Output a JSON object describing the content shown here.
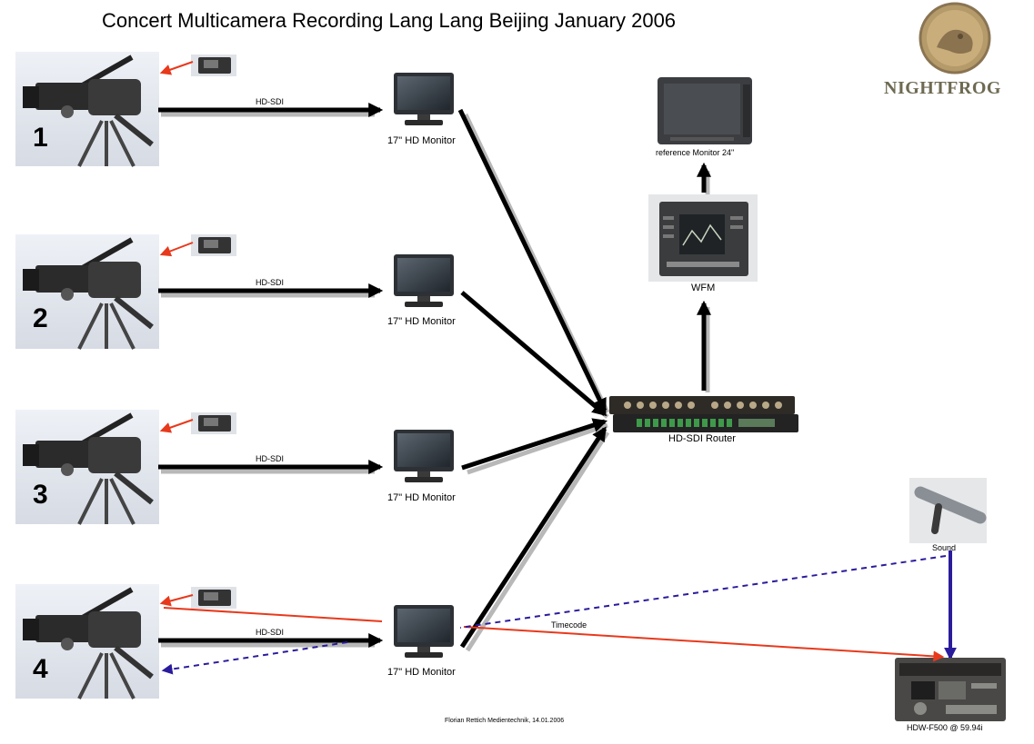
{
  "title": "Concert Multicamera Recording Lang Lang Beijing January 2006",
  "logo": {
    "text": "NIGHTFROG",
    "color": "#6e6a52"
  },
  "cameras": [
    {
      "number": "1",
      "link_label": "HD-SDI",
      "monitor_label": "17\" HD Monitor"
    },
    {
      "number": "2",
      "link_label": "HD-SDI",
      "monitor_label": "17\" HD Monitor"
    },
    {
      "number": "3",
      "link_label": "HD-SDI",
      "monitor_label": "17\" HD Monitor"
    },
    {
      "number": "4",
      "link_label": "HD-SDI",
      "monitor_label": "17\" HD Monitor"
    }
  ],
  "router": {
    "label": "HD-SDI Router"
  },
  "wfm": {
    "label": "WFM"
  },
  "reference_monitor": {
    "label": "reference Monitor 24\""
  },
  "sound": {
    "label": "Sound"
  },
  "recorder": {
    "label": "HDW-F500 @ 59.94i"
  },
  "timecode": {
    "label": "Timecode"
  },
  "footer": "Florian Rettich Medientechnik, 14.01.2006",
  "colors": {
    "video_signal": "#000000",
    "control_signal": "#e8391c",
    "timecode": "#e8391c",
    "audio_signal": "#2a1c9c",
    "shadow": "#b8b8b8"
  }
}
